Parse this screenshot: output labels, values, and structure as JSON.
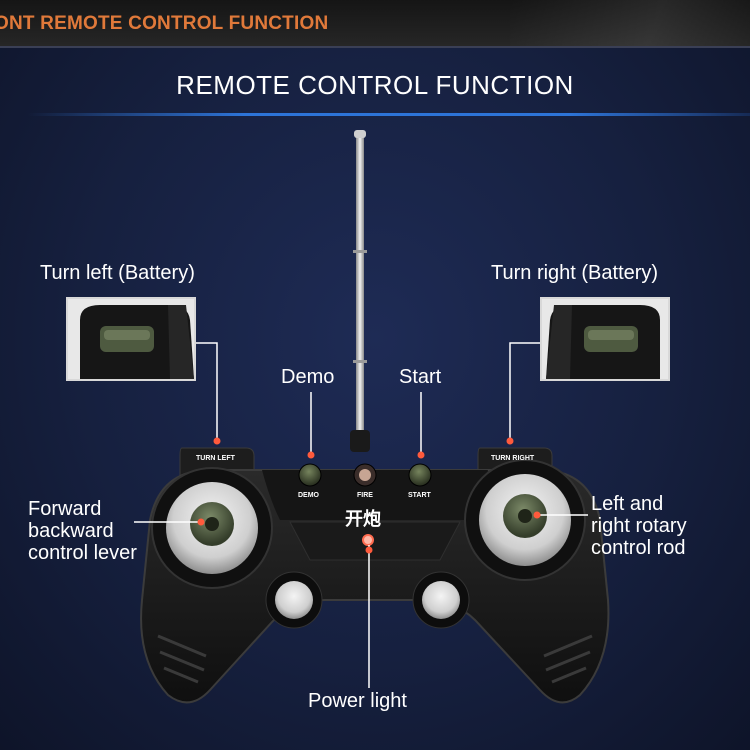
{
  "banner": {
    "text": "ONT REMOTE CONTROL FUNCTION"
  },
  "title": "REMOTE CONTROL FUNCTION",
  "labels": {
    "turn_left": "Turn left (Battery)",
    "turn_right": "Turn right (Battery)",
    "demo": "Demo",
    "start": "Start",
    "forward_lines": [
      "Forward",
      "backward",
      "control lever"
    ],
    "leftright_lines": [
      "Left and",
      "right rotary",
      "control rod"
    ],
    "power": "Power light"
  },
  "controller": {
    "turn_left_button": "TURN LEFT",
    "turn_right_button": "TURN RIGHT",
    "demo_button": "DEMO",
    "fire_button": "FIRE",
    "start_button": "START",
    "fire_chinese": "开炮"
  },
  "colors": {
    "accent_orange": "#e0793a",
    "accent_blue": "#2d74d8",
    "indicator_red": "#ff5a3c",
    "button_green": "#4b5a3c",
    "background": "#16203f"
  }
}
